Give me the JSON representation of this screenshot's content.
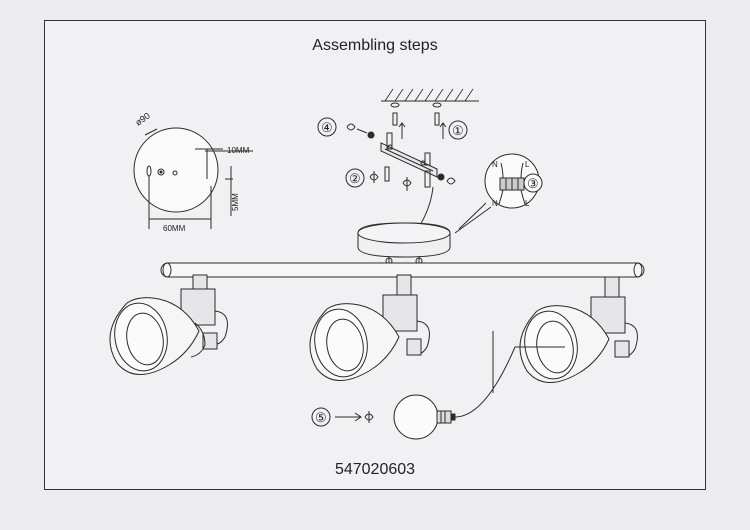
{
  "title": "Assembling steps",
  "model_number": "547020603",
  "template": {
    "diameter_label": "ø90",
    "dim_10": "10MM",
    "dim_5": "5MM",
    "dim_60": "60MM"
  },
  "steps": [
    "①",
    "②",
    "③",
    "④",
    "⑤"
  ],
  "wiring": {
    "n_top": "N",
    "l_top": "L",
    "n_bottom": "N",
    "l_bottom": "L"
  },
  "colors": {
    "line": "#2b2b2b",
    "paper": "#f1f0f3"
  }
}
